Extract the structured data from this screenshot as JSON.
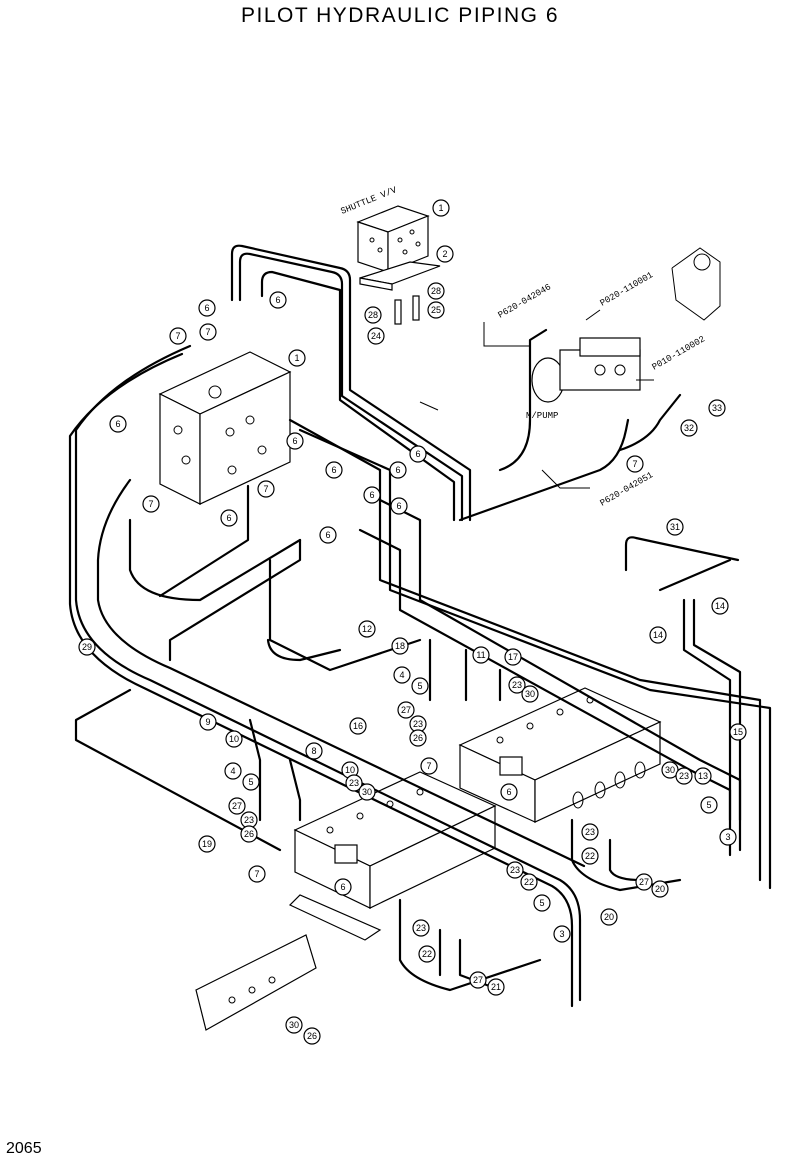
{
  "header": {
    "title": "PILOT  HYDRAULIC  PIPING  6"
  },
  "footer": {
    "page_number": "2065"
  },
  "labels": {
    "shuttle": "SHUTTLE V/V",
    "mpump": "M/PUMP",
    "p620_042046": "P620-042046",
    "p020_110001": "P020-110001",
    "p010_110002": "P010-110002",
    "p620_042051": "P620-042051"
  },
  "callouts": {
    "c1": "1",
    "c2": "2",
    "c28a": "28",
    "c28b": "28",
    "c24": "24",
    "c25": "25",
    "c6a": "6",
    "c6b": "6",
    "c7a": "7",
    "c7b": "7",
    "c1b": "1",
    "c6c": "6",
    "c6d": "6",
    "c7c": "7",
    "c6e": "6",
    "c7d": "7",
    "c6f": "6",
    "c6g": "6",
    "c6h": "6",
    "c6i": "6",
    "c6j": "6",
    "c33": "33",
    "c32": "32",
    "c7e": "7",
    "c31": "31",
    "c14a": "14",
    "c14b": "14",
    "c29": "29",
    "c12": "12",
    "c18": "18",
    "c11": "11",
    "c17": "17",
    "c4a": "4",
    "c5a": "5",
    "c23a": "23",
    "c30a": "30",
    "c27a": "27",
    "c23b": "23",
    "c26a": "26",
    "c7f": "7",
    "c15": "15",
    "c9": "9",
    "c16": "16",
    "c10a": "10",
    "c8": "8",
    "c10b": "10",
    "c4b": "4",
    "c5b": "5",
    "c23c": "23",
    "c30b": "30",
    "c27b": "27",
    "c23d": "23",
    "c26b": "26",
    "c19": "19",
    "c7g": "7",
    "c6k": "6",
    "c6l": "6",
    "c30c": "30",
    "c23e": "23",
    "c13": "13",
    "c5c": "5",
    "c23f": "23",
    "c3a": "3",
    "c22a": "22",
    "c27c": "27",
    "c20a": "20",
    "c23g": "23",
    "c22b": "22",
    "c5d": "5",
    "c20b": "20",
    "c23h": "23",
    "c3b": "3",
    "c22c": "22",
    "c27d": "27",
    "c21": "21",
    "c30d": "30",
    "c26c": "26"
  }
}
